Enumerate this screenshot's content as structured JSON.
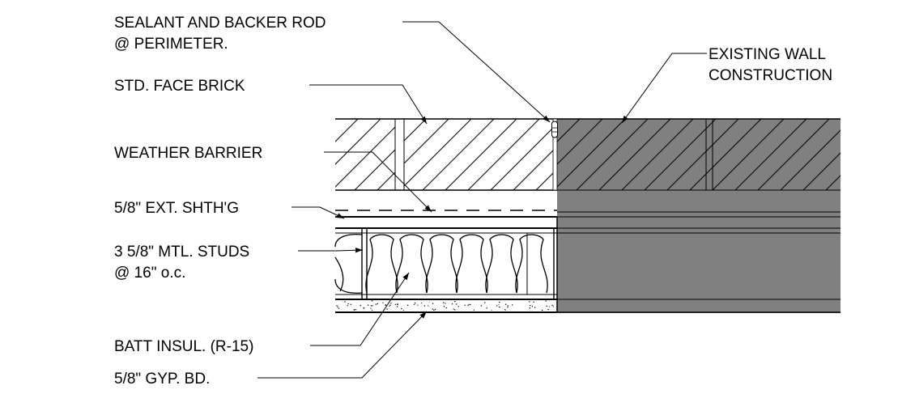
{
  "labels": {
    "sealant": {
      "line1": "SEALANT AND BACKER ROD",
      "line2": "@ PERIMETER."
    },
    "existing_wall": {
      "line1": "EXISTING WALL",
      "line2": "CONSTRUCTION"
    },
    "face_brick": "STD. FACE BRICK",
    "weather_barrier": "WEATHER BARRIER",
    "sheathing": "5/8\" EXT. SHTH'G",
    "studs": {
      "line1": "3 5/8\" MTL. STUDS",
      "line2": "@ 16\" o.c."
    },
    "insulation": "BATT INSUL. (R-15)",
    "gypsum": "5/8\" GYP. BD."
  },
  "colors": {
    "line": "#000000",
    "existing_wall_fill": "#808080",
    "background": "#ffffff"
  }
}
